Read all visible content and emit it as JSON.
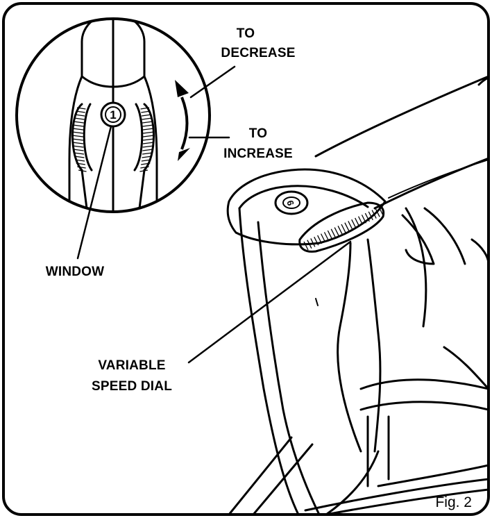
{
  "labels": {
    "to_decrease_1": "TO",
    "to_decrease_2": "DECREASE",
    "to_increase_1": "TO",
    "to_increase_2": "INCREASE",
    "window": "WINDOW",
    "variable_speed_1": "VARIABLE",
    "variable_speed_2": "SPEED DIAL",
    "figure": "Fig. 2"
  },
  "window_value": "1"
}
